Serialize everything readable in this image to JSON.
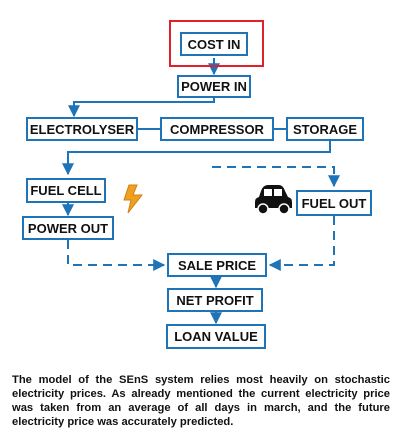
{
  "nodes": {
    "cost_in": "COST IN",
    "power_in": "POWER IN",
    "electrolyser": "ELECTROLYSER",
    "compressor": "COMPRESSOR",
    "storage": "STORAGE",
    "fuel_cell": "FUEL CELL",
    "power_out": "POWER OUT",
    "fuel_out": "FUEL OUT",
    "sale_price": "SALE PRICE",
    "net_profit": "NET PROFIT",
    "loan_value": "LOAN VALUE"
  },
  "icons": [
    "lightning-icon",
    "car-icon"
  ],
  "colors": {
    "connector": "#1f73b7",
    "highlight": "#e0202a",
    "lightning": "#f0a020"
  },
  "caption": "The model of the SEnS system relies most heavily on stochastic electricity prices. As already mentioned the current electricity price was taken from an average of all days in march, and the future electricity price was accurately predicted."
}
